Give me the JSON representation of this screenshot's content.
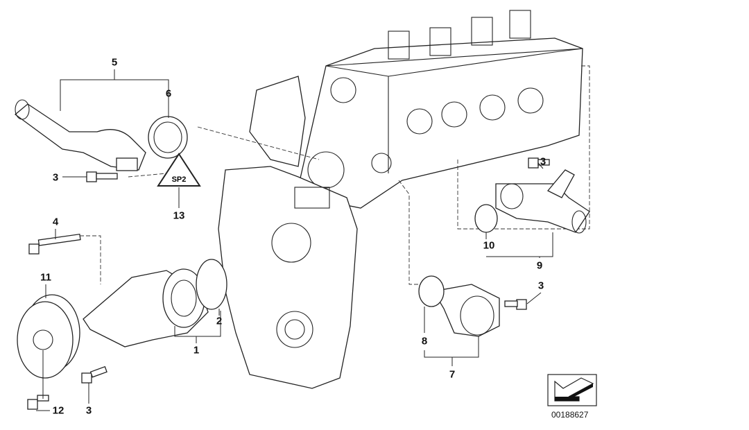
{
  "diagram": {
    "part_numbers": {
      "hose_neck": "5",
      "seal_ring_top": "6",
      "bolt_top_left": "3",
      "warning_label": "13",
      "bolt_long": "4",
      "pulley": "11",
      "bolt_pulley": "12",
      "bolt_pump": "3",
      "water_pump": "1",
      "pump_gasket": "2",
      "bolt_right_top": "3",
      "o_ring_right": "10",
      "outlet_pipe": "9",
      "bolt_right_bottom": "3",
      "seal_ring_bottom": "8",
      "thermostat_housing": "7"
    },
    "warning_label_text": "SP2",
    "image_code": "00188627"
  }
}
